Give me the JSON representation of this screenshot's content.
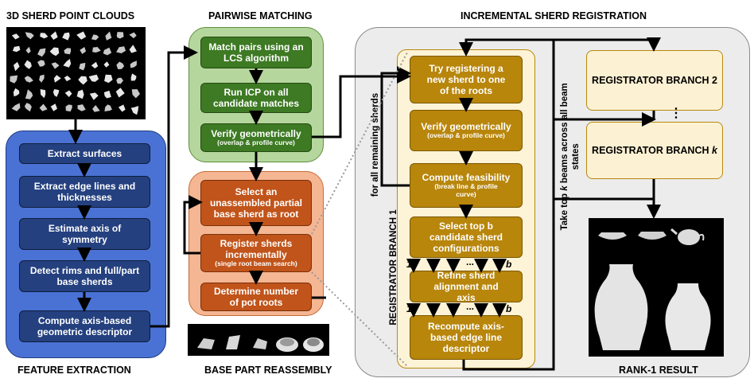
{
  "titles": {
    "point_clouds": "3D SHERD POINT CLOUDS",
    "pairwise": "PAIRWISE MATCHING",
    "incremental": "INCREMENTAL SHERD REGISTRATION",
    "feature_extraction": "FEATURE EXTRACTION",
    "base_reassembly": "BASE PART REASSEMBLY",
    "rank1": "RANK-1 RESULT"
  },
  "feature_extraction": {
    "steps": [
      {
        "label": "Extract surfaces"
      },
      {
        "label": "Extract edge lines and thicknesses"
      },
      {
        "label": "Estimate axis of symmetry"
      },
      {
        "label": "Detect rims and full/part base sherds"
      },
      {
        "label": "Compute axis-based geometric descriptor"
      }
    ]
  },
  "pairwise": {
    "steps": [
      {
        "label": "Match pairs using an LCS algorithm"
      },
      {
        "label": "Run ICP on all candidate matches"
      },
      {
        "label": "Verify geometrically",
        "sub": "(overlap & profile curve)"
      }
    ]
  },
  "base_part": {
    "steps": [
      {
        "label": "Select an unassembled partial base sherd as root"
      },
      {
        "label": "Register sherds incrementally",
        "sub": "(single root beam search)"
      },
      {
        "label": "Determine number of pot roots"
      }
    ]
  },
  "branch1": {
    "label": "REGISTRATOR  BRANCH 1",
    "loop_label": "for all remaining sherds",
    "steps": [
      {
        "label": "Try registering a new sherd to one of the roots"
      },
      {
        "label": "Verify geometrically",
        "sub": "(overlap & profile curve)"
      },
      {
        "label": "Compute feasibility",
        "sub": "(break line & profile curve)"
      },
      {
        "label": "Select top b candidate sherd configurations"
      },
      {
        "label": "Refine sherd alignment and axis"
      },
      {
        "label": "Recompute axis-based edge line descriptor"
      }
    ],
    "beam_start": "1",
    "beam_end": "b",
    "beam_dots": "..."
  },
  "branches": {
    "branch2": "REGISTRATOR BRANCH 2",
    "branchk": "REGISTRATOR BRANCH k",
    "dots": "⋮",
    "take_top_label": "Take top k beams across all beam states"
  },
  "colors": {
    "blue": "#24407f",
    "green": "#3d7a23",
    "orange": "#c1541a",
    "gold": "#b8860b",
    "cream": "#fcf1d3"
  }
}
